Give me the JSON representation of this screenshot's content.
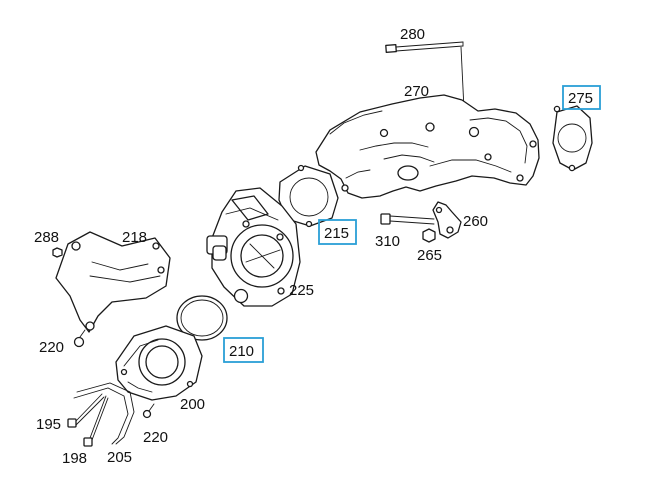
{
  "labels": {
    "l280": "280",
    "l270": "270",
    "l275": "275",
    "l215": "215",
    "l260": "260",
    "l310": "310",
    "l265": "265",
    "l288": "288",
    "l218": "218",
    "l225": "225",
    "l210": "210",
    "l220a": "220",
    "l200": "200",
    "l195": "195",
    "l220b": "220",
    "l198": "198",
    "l205": "205"
  },
  "highlighted_parts": [
    "275",
    "215",
    "210"
  ],
  "highlight_color": "#2a9fd6",
  "line_color": "#1a1a1a"
}
